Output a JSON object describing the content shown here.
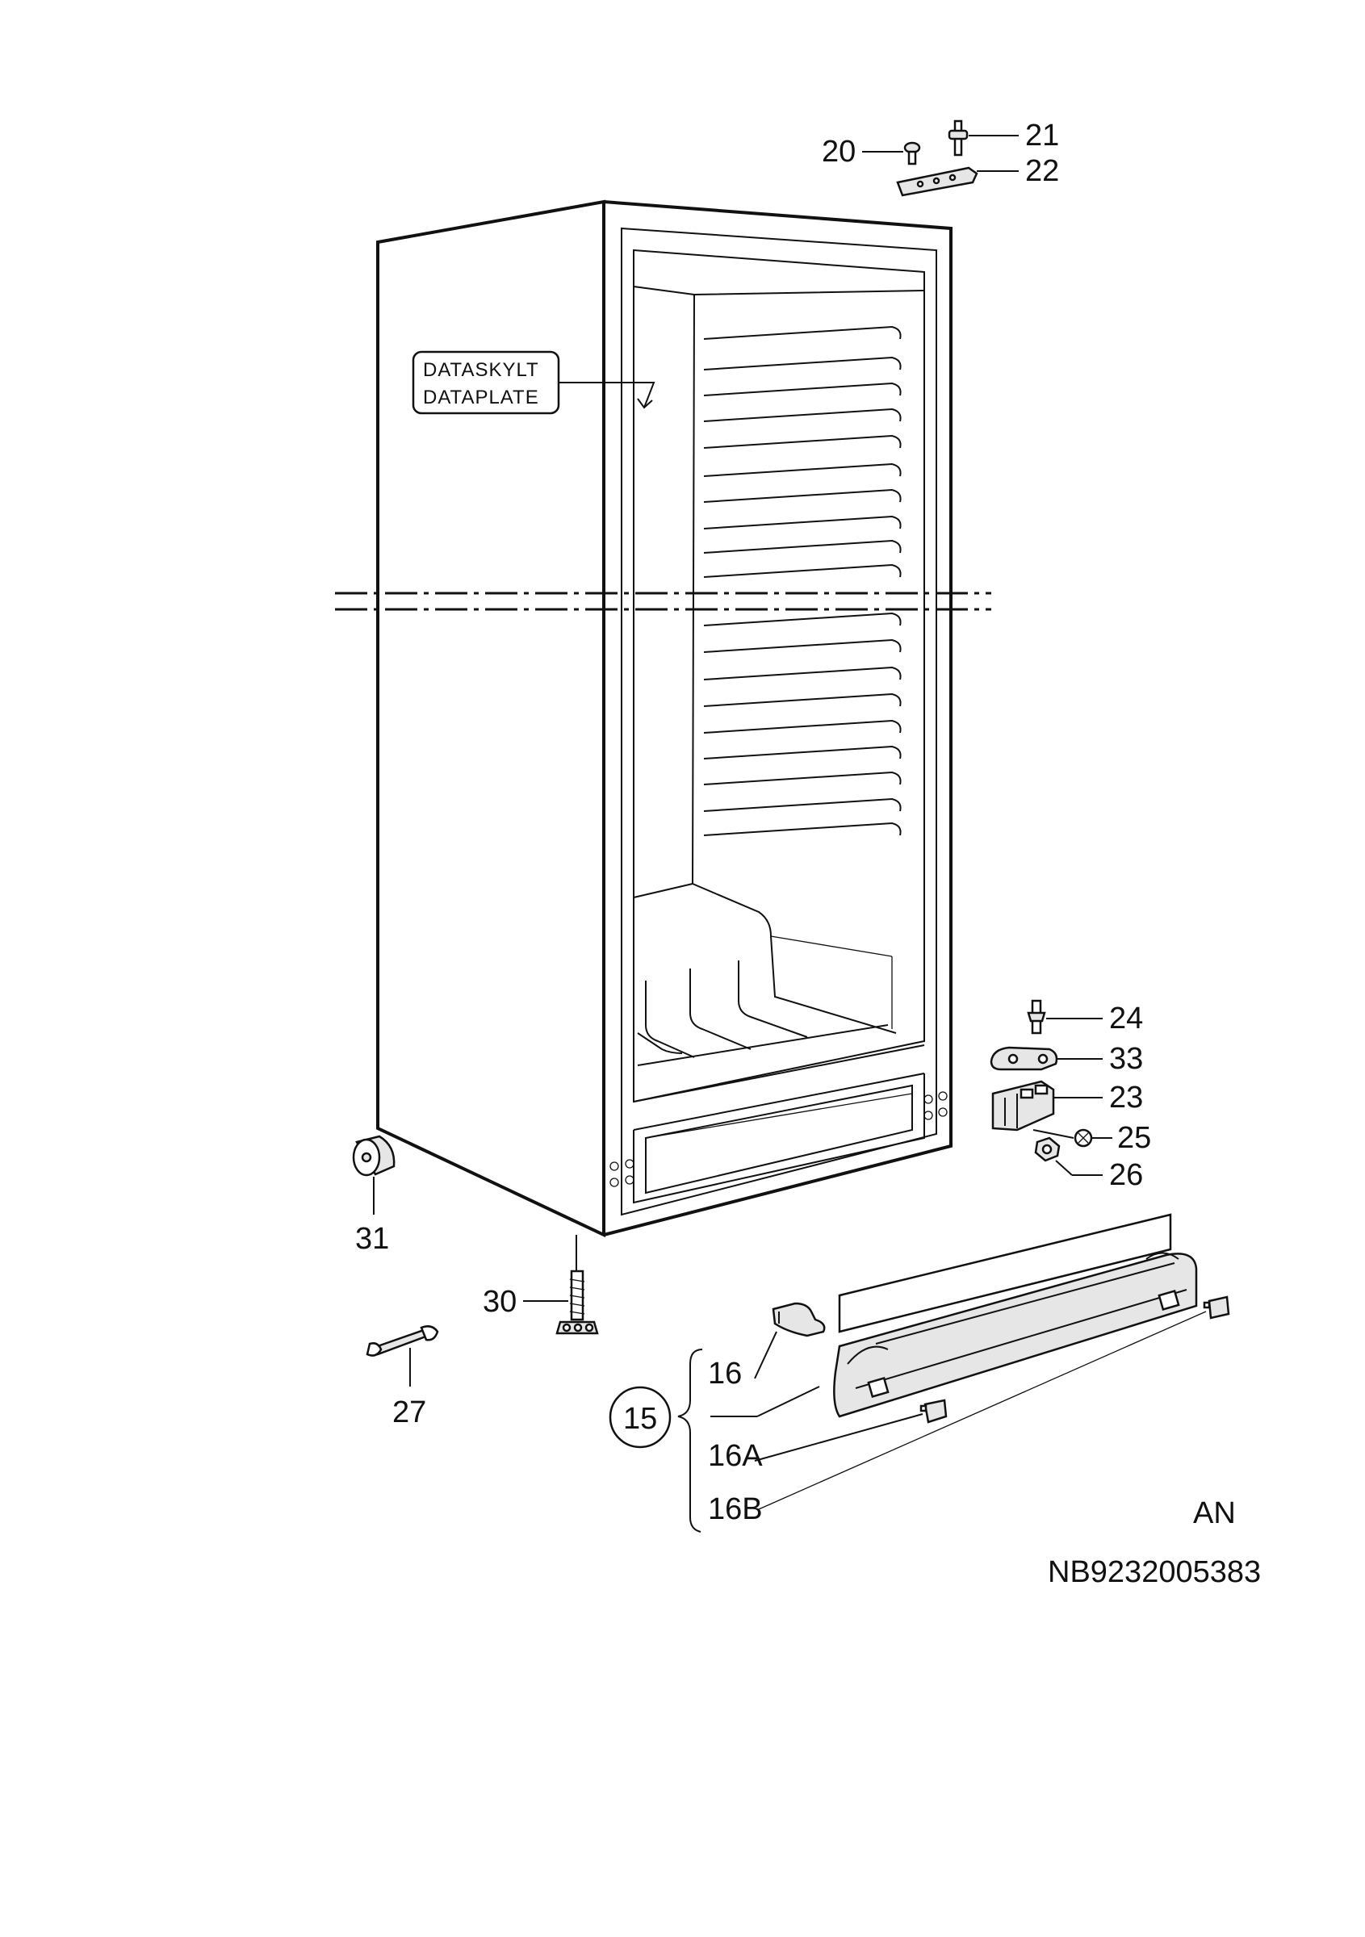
{
  "plate": {
    "line1": "DATASKYLT",
    "line2": "DATAPLATE"
  },
  "parts": {
    "p20": "20",
    "p21": "21",
    "p22": "22",
    "p24": "24",
    "p33": "33",
    "p23": "23",
    "p25": "25",
    "p26": "26",
    "p31": "31",
    "p30": "30",
    "p27": "27",
    "p15": "15",
    "p16": "16",
    "p16a": "16A",
    "p16b": "16B"
  },
  "variant": "AN",
  "doc_id": "NB9232005383"
}
